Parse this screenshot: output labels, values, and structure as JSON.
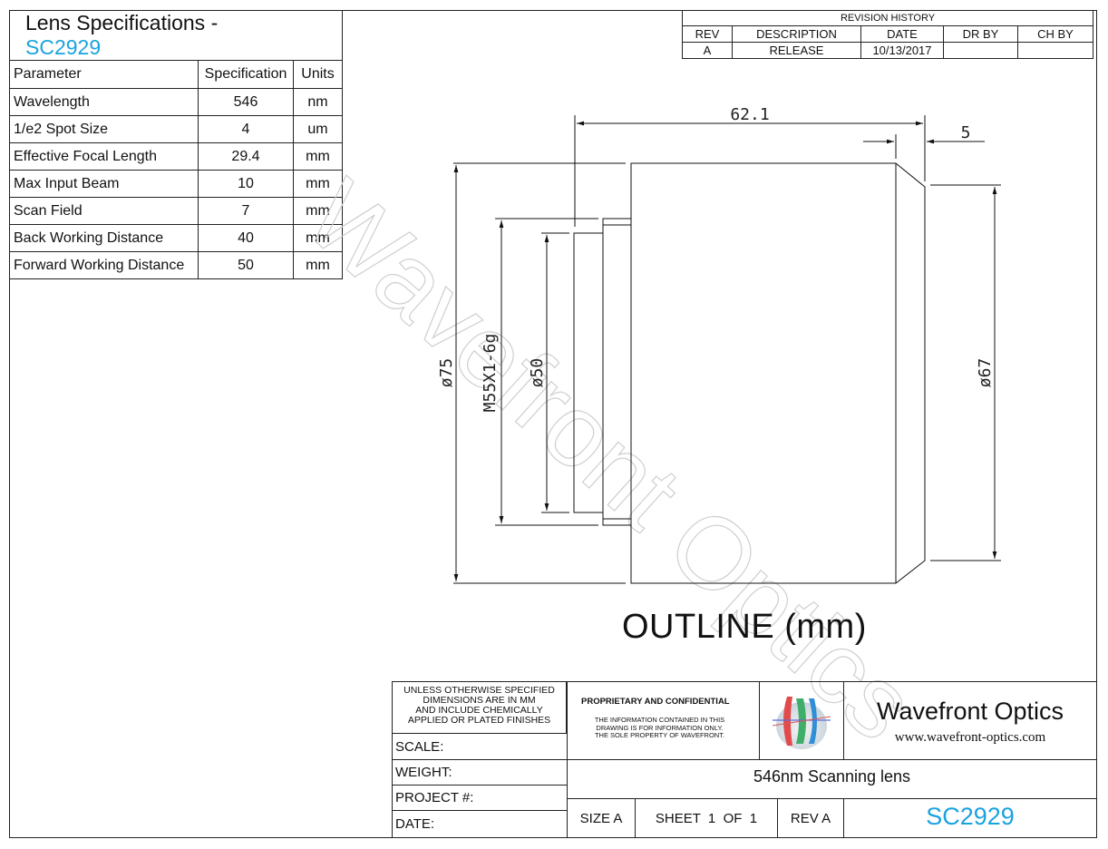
{
  "spec_table": {
    "title_prefix": "Lens Specifications - ",
    "title_code": "SC2929",
    "headers": [
      "Parameter",
      "Specification",
      "Units"
    ],
    "rows": [
      [
        "Wavelength",
        "546",
        "nm"
      ],
      [
        "1/e2 Spot Size",
        "4",
        "um"
      ],
      [
        "Effective Focal Length",
        "29.4",
        "mm"
      ],
      [
        "Max Input Beam",
        "10",
        "mm"
      ],
      [
        "Scan Field",
        "7",
        "mm"
      ],
      [
        "Back Working Distance",
        "40",
        "mm"
      ],
      [
        "Forward Working Distance",
        "50",
        "mm"
      ]
    ]
  },
  "revision_history": {
    "title": "REVISION HISTORY",
    "headers": [
      "REV",
      "DESCRIPTION",
      "DATE",
      "DR BY",
      "CH BY"
    ],
    "rows": [
      [
        "A",
        "RELEASE",
        "10/13/2017",
        "",
        ""
      ]
    ]
  },
  "drawing": {
    "dim_length": "62.1",
    "dim_chamfer": "5",
    "dim_outer_diameter": "ø75",
    "dim_thread": "M55X1-6g",
    "dim_bore": "ø50",
    "dim_front_diameter": "ø67",
    "title": "OUTLINE (mm)",
    "watermark": "Wavefront Optics"
  },
  "title_block": {
    "notes": [
      "UNLESS OTHERWISE SPECIFIED",
      "DIMENSIONS ARE IN MM",
      "AND INCLUDE CHEMICALLY",
      "APPLIED OR PLATED FINISHES"
    ],
    "scale_label": "SCALE:",
    "weight_label": "WEIGHT:",
    "project_label": "PROJECT #:",
    "date_label": "DATE:",
    "proprietary_title": "PROPRIETARY AND CONFIDENTIAL",
    "proprietary_text": [
      "THE INFORMATION CONTAINED IN THIS",
      "DRAWING IS FOR INFORMATION ONLY.",
      "THE SOLE PROPERTY OF WAVEFRONT."
    ],
    "company_name": "Wavefront Optics",
    "company_url": "www.wavefront-optics.com",
    "part_description": "546nm Scanning lens",
    "size": "SIZE A",
    "sheet": "SHEET  1  OF  1",
    "rev": "REV A",
    "part_number": "SC2929",
    "accent_color": "#1aa3df"
  }
}
